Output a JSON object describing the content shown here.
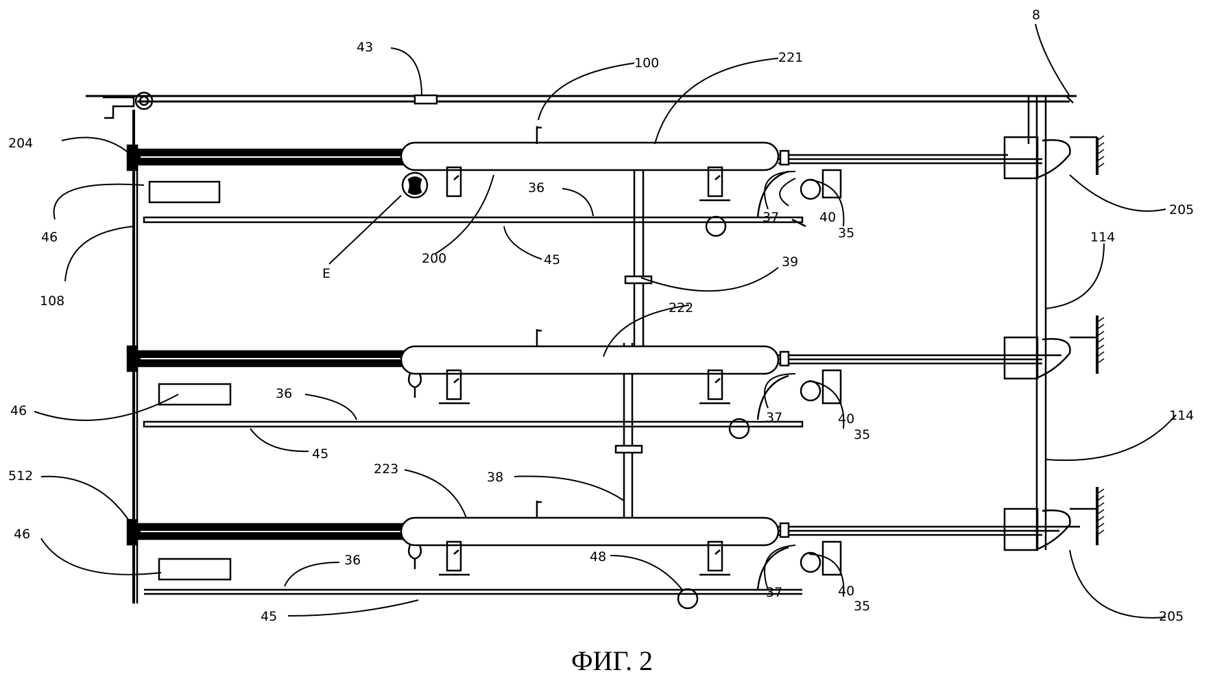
{
  "figure": {
    "caption": "ФИГ. 2",
    "labels": {
      "l43": "43",
      "l100": "100",
      "l221": "221",
      "l8": "8",
      "l204": "204",
      "l205a": "205",
      "l205b": "205",
      "l46a": "46",
      "l46b": "46",
      "l46c": "46",
      "l108": "108",
      "lE": "E",
      "l200": "200",
      "l45a": "45",
      "l45b": "45",
      "l45c": "45",
      "l36a": "36",
      "l36b": "36",
      "l36c": "36",
      "l37a": "37",
      "l37b": "37",
      "l37c": "37",
      "l40a": "40",
      "l40b": "40",
      "l40c": "40",
      "l35a": "35",
      "l35b": "35",
      "l35c": "35",
      "l39": "39",
      "l222": "222",
      "l114a": "114",
      "l114b": "114",
      "l512": "512",
      "l223": "223",
      "l38": "38",
      "l48": "48"
    }
  }
}
